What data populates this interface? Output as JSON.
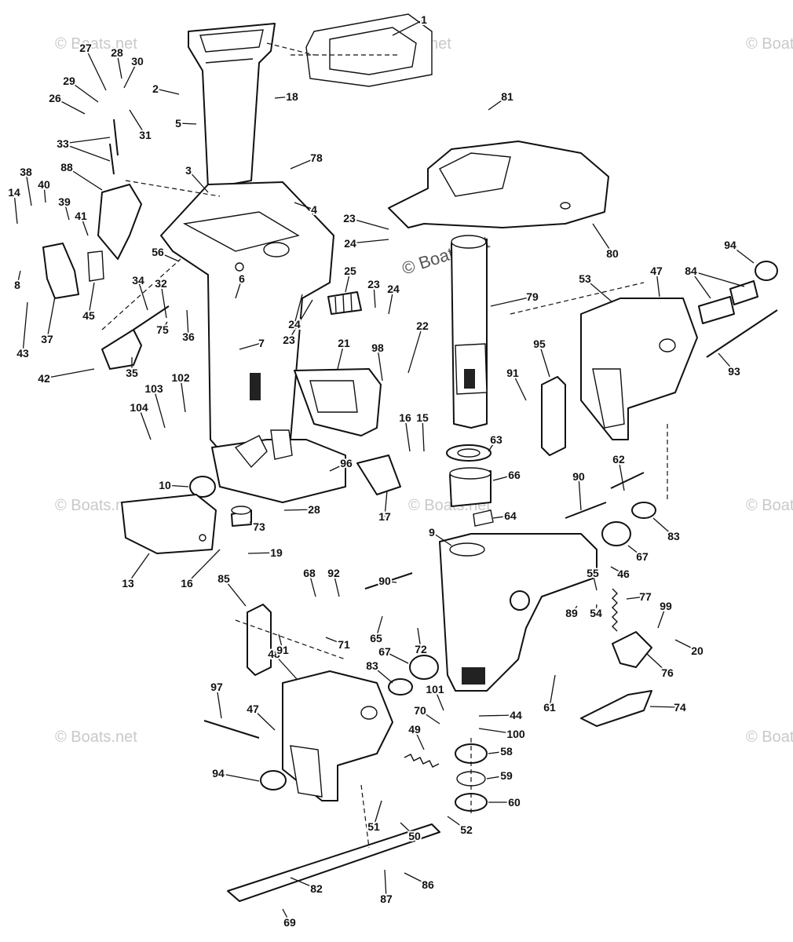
{
  "watermark": "© Boats.net",
  "callouts": [
    "1",
    "2",
    "3",
    "4",
    "5",
    "6",
    "7",
    "8",
    "9",
    "10",
    "13",
    "14",
    "15",
    "16",
    "17",
    "18",
    "19",
    "20",
    "21",
    "22",
    "23",
    "24",
    "25",
    "26",
    "27",
    "28",
    "29",
    "30",
    "31",
    "32",
    "33",
    "34",
    "35",
    "36",
    "37",
    "38",
    "39",
    "40",
    "41",
    "42",
    "43",
    "44",
    "45",
    "46",
    "47",
    "48",
    "49",
    "50",
    "51",
    "52",
    "53",
    "54",
    "55",
    "56",
    "58",
    "59",
    "60",
    "61",
    "62",
    "63",
    "64",
    "65",
    "66",
    "67",
    "68",
    "69",
    "70",
    "71",
    "72",
    "73",
    "74",
    "75",
    "76",
    "77",
    "78",
    "79",
    "80",
    "81",
    "82",
    "83",
    "84",
    "85",
    "86",
    "87",
    "88",
    "89",
    "90",
    "91",
    "92",
    "93",
    "94",
    "95",
    "96",
    "97",
    "98",
    "99",
    "100",
    "101",
    "102",
    "103",
    "104"
  ]
}
